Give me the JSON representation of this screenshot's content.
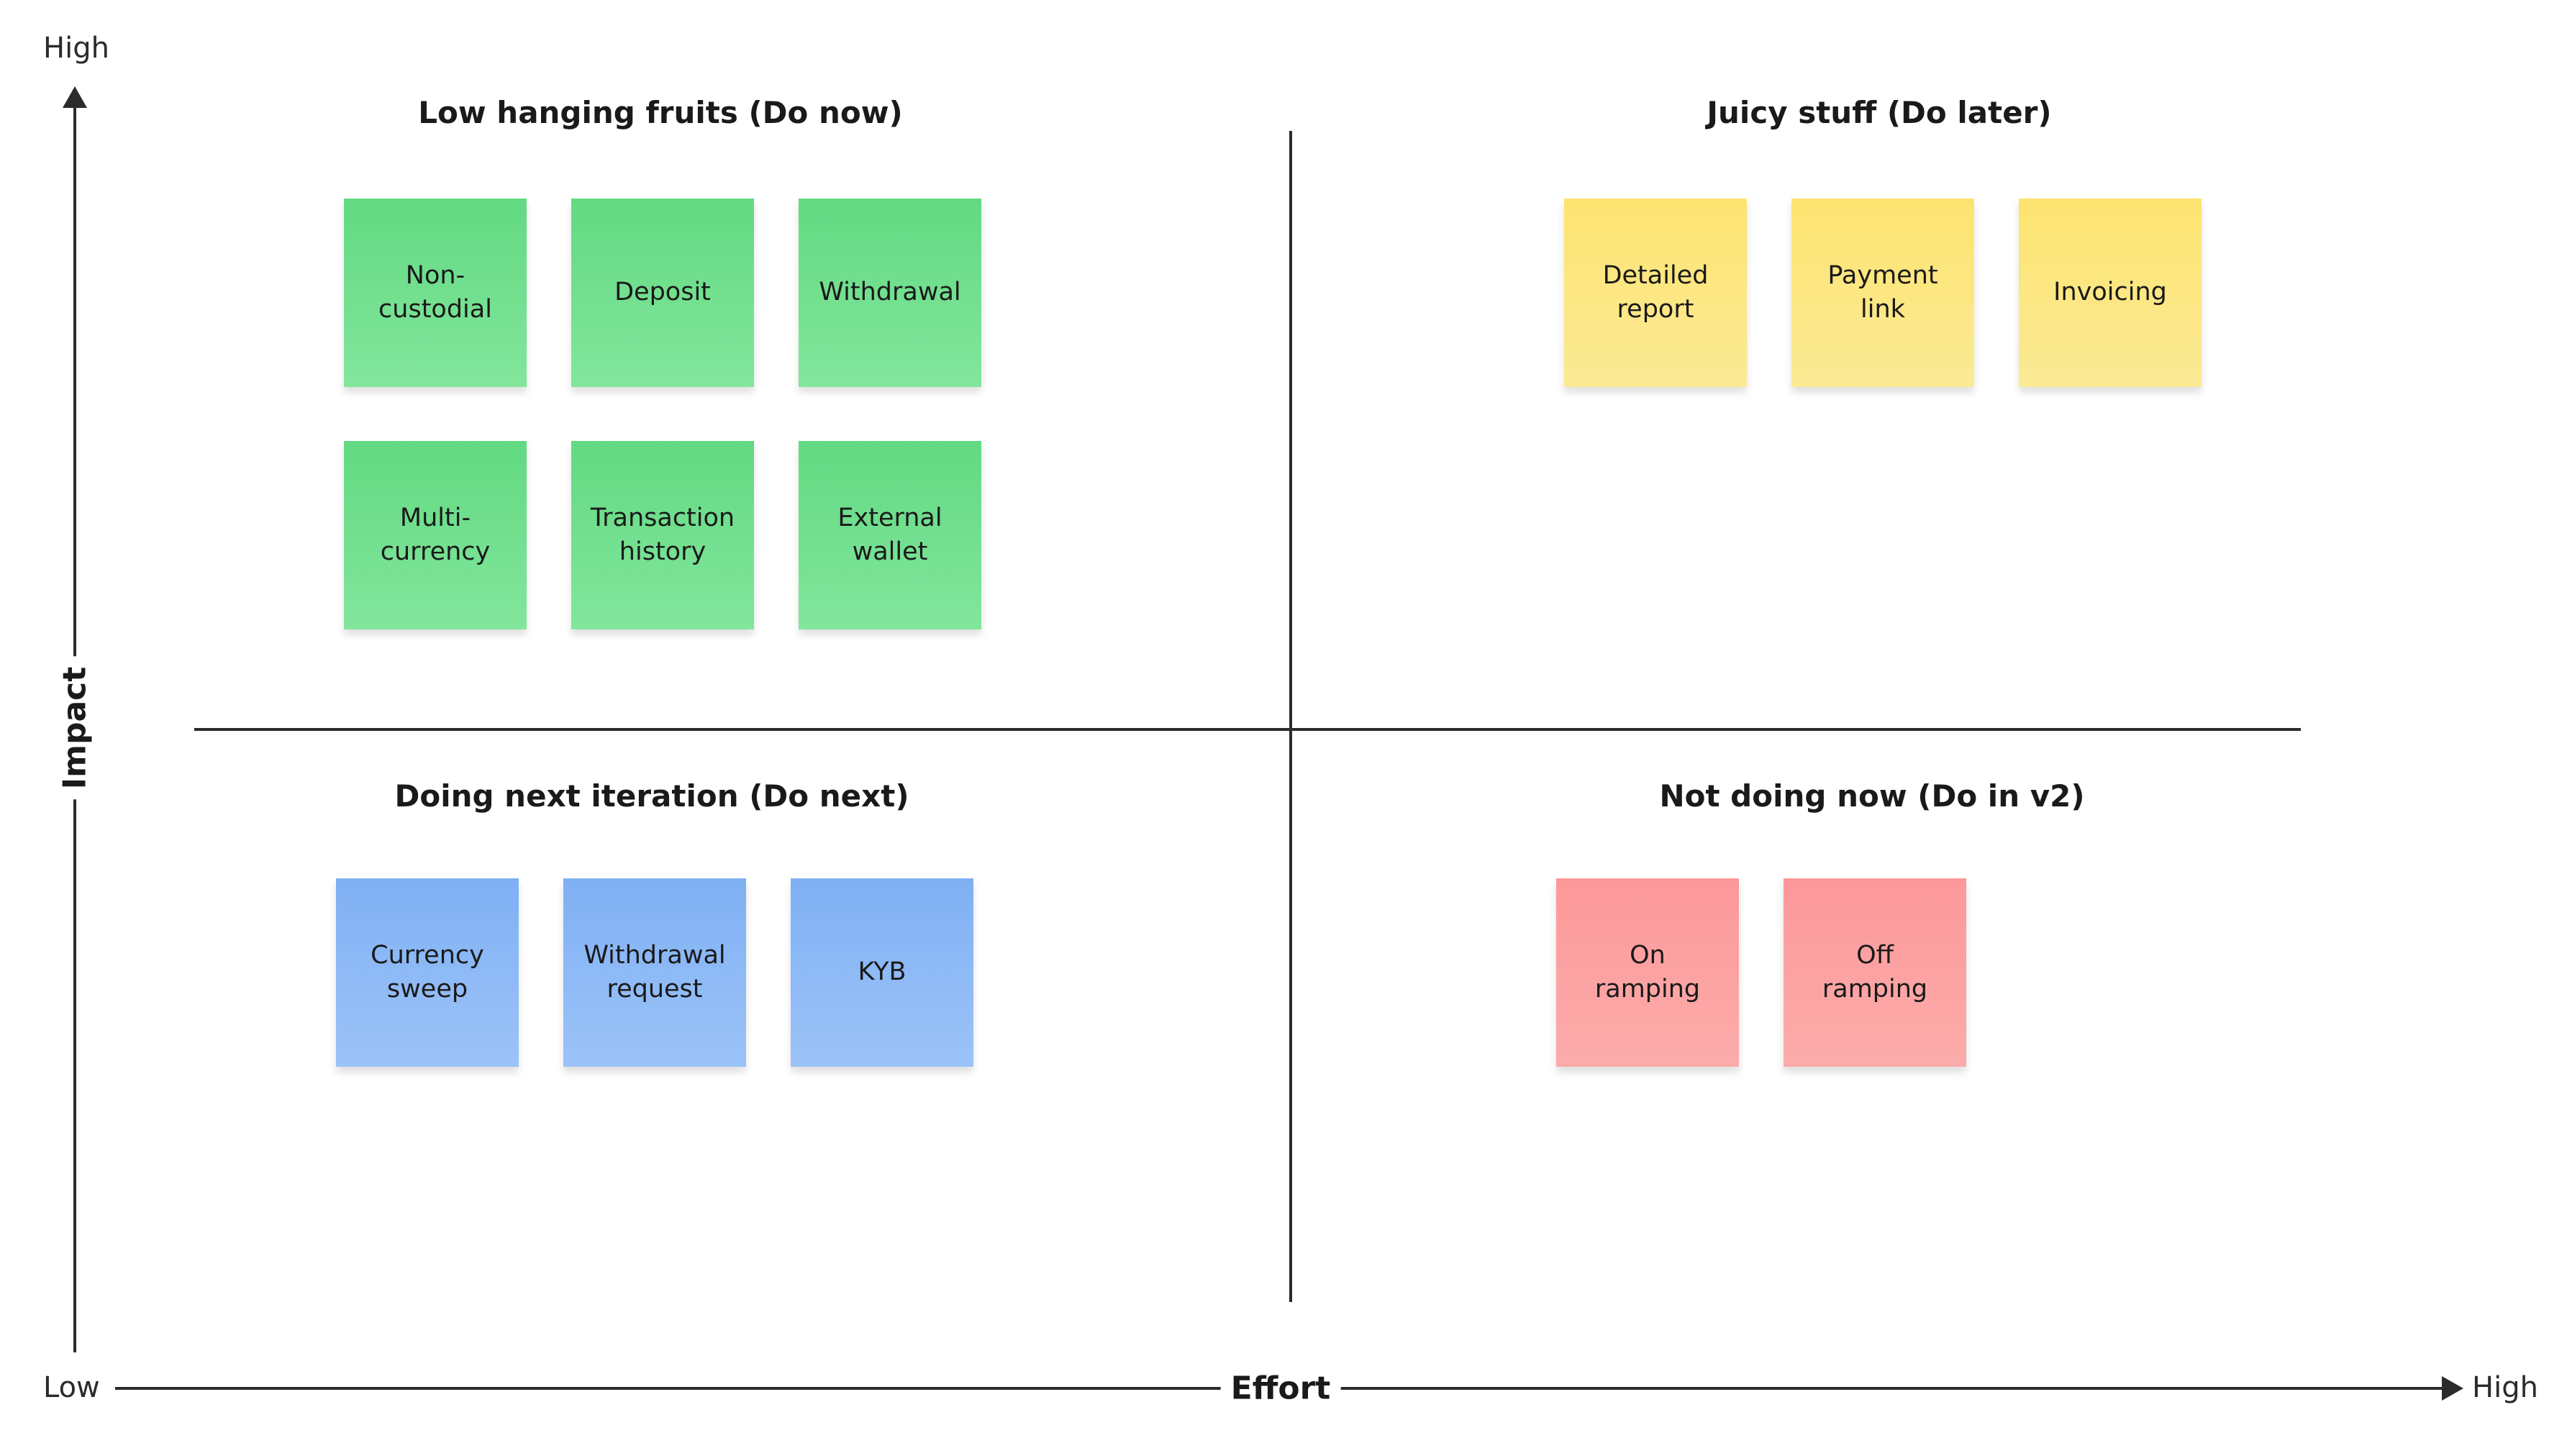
{
  "axes": {
    "y_high": "High",
    "y_title": "Impact",
    "x_low": "Low",
    "x_title": "Effort",
    "x_high": "High"
  },
  "quadrants": {
    "top_left": {
      "title": "Low hanging fruits (Do now)",
      "color": "#6ddf8d",
      "notes": [
        "Non-custodial",
        "Deposit",
        "Withdrawal",
        "Multi-currency",
        "Transaction history",
        "External wallet"
      ]
    },
    "top_right": {
      "title": "Juicy stuff (Do later)",
      "color": "#fde67f",
      "notes": [
        "Detailed report",
        "Payment link",
        "Invoicing"
      ]
    },
    "bottom_left": {
      "title": "Doing next iteration (Do next)",
      "color": "#8bb9f6",
      "notes": [
        "Currency sweep",
        "Withdrawal request",
        "KYB"
      ]
    },
    "bottom_right": {
      "title": "Not doing now (Do in v2)",
      "color": "#fda0a1",
      "notes": [
        "On ramping",
        "Off ramping"
      ]
    }
  }
}
